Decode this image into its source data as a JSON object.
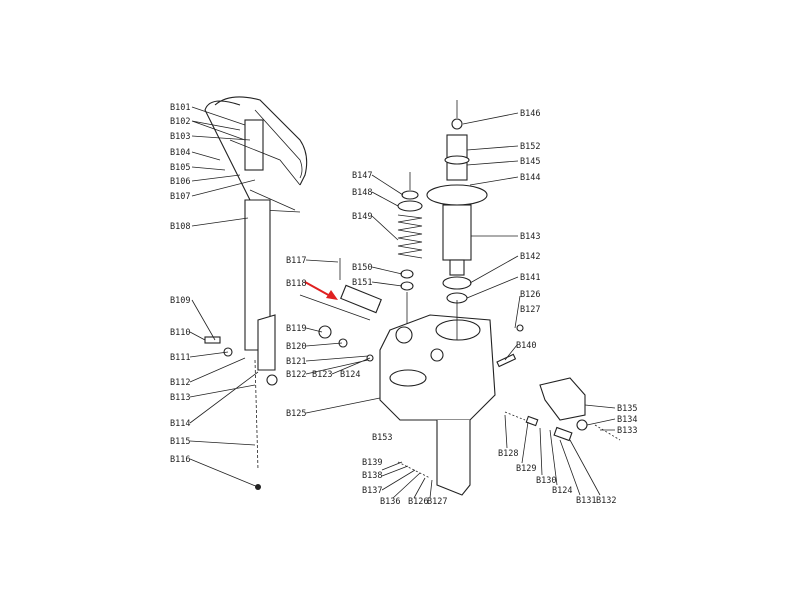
{
  "diagram": {
    "accent_arrow_color": "#e02020",
    "left_labels": [
      "B101",
      "B102",
      "B103",
      "B104",
      "B105",
      "B106",
      "B107",
      "B108",
      "B109",
      "B110",
      "B111",
      "B112",
      "B113",
      "B114",
      "B115",
      "B116"
    ],
    "middle_labels": [
      "B117",
      "B118",
      "B119",
      "B120",
      "B121",
      "B122",
      "B123",
      "B124",
      "B125"
    ],
    "valve_labels": [
      "B147",
      "B148",
      "B149",
      "B150",
      "B151"
    ],
    "right_labels": [
      "B146",
      "B152",
      "B145",
      "B144",
      "B143",
      "B142",
      "B141",
      "B126",
      "B127",
      "B140",
      "B135",
      "B134",
      "B133"
    ],
    "bottom_labels": [
      "B153",
      "B139",
      "B138",
      "B137",
      "B136",
      "B126",
      "B127",
      "B128",
      "B129",
      "B130",
      "B124",
      "B131",
      "B132"
    ]
  }
}
